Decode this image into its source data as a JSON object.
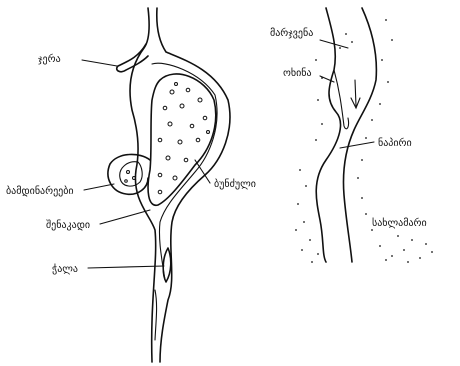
{
  "left_figure": {
    "labels": {
      "top_left": "ჯერა",
      "right": "ბუნძული",
      "middle_left": "ბამდინარეები",
      "lower_left": "შენაკადი",
      "bottom_left": "ჭალა"
    }
  },
  "right_figure": {
    "labels": {
      "top": "მარჯვენა",
      "upper_left": "ოხინა",
      "middle_right": "ნაპირი",
      "bottom_right": "სახლამარი"
    }
  }
}
